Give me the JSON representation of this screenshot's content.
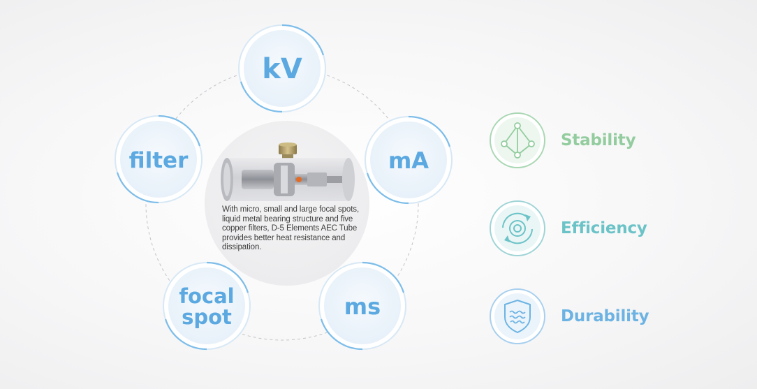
{
  "parameters": {
    "kv": "kV",
    "ma": "mA",
    "ms": "ms",
    "focal_line1": "focal",
    "focal_line2": "spot",
    "filter": "filter"
  },
  "center": {
    "description": "With micro, small and large focal spots, liquid metal bearing structure and five copper filters, D-5 Elements AEC Tube provides better heat resistance and dissipation."
  },
  "features": [
    {
      "label": "Stability",
      "icon": "network-triangle-icon",
      "color": "#93cc9e"
    },
    {
      "label": "Efficiency",
      "icon": "cycle-arrows-icon",
      "color": "#6bc3c7"
    },
    {
      "label": "Durability",
      "icon": "shield-waves-icon",
      "color": "#6cb3e3"
    }
  ],
  "colors": {
    "accent_blue": "#5ba9e0",
    "ring_blue": "#8cc8ee"
  }
}
